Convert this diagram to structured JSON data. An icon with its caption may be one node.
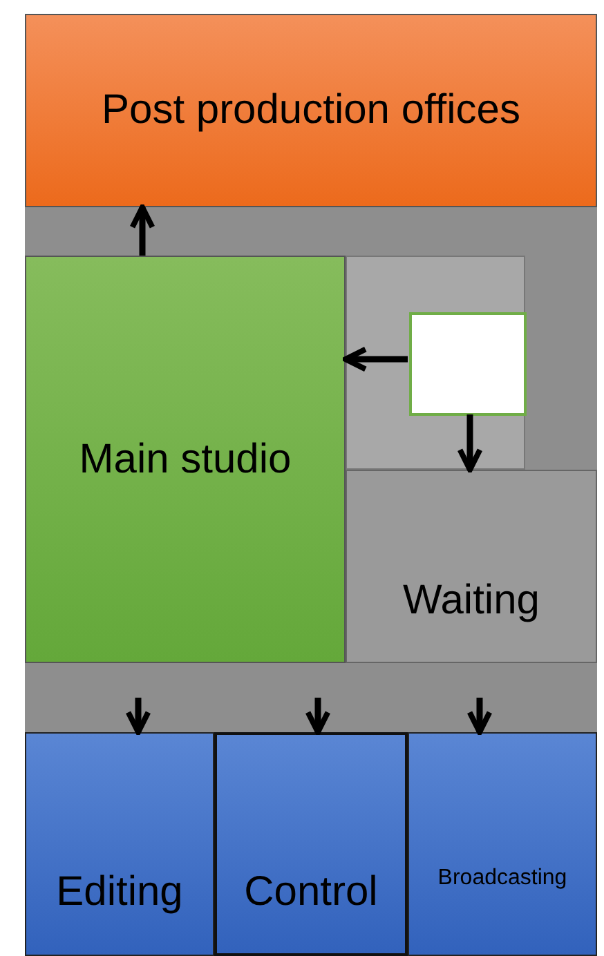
{
  "diagram": {
    "nodes": [
      {
        "text": [],
        "shape": "box"
      },
      {
        "text": [
          "Post production offices"
        ],
        "in": 0
      },
      {
        "text": [
          "Main studio"
        ],
        "in": 0
      },
      {
        "text": [],
        "shape": "box",
        "in": 0
      },
      {
        "text": [],
        "shape": "box",
        "in": 3
      },
      {
        "text": [
          "Waiting"
        ],
        "in": 0
      },
      {
        "text": [
          "Editing"
        ],
        "in": 0
      },
      {
        "text": [
          "Control"
        ],
        "in": 0
      },
      {
        "text": [
          "Broadcasting"
        ],
        "in": 0
      }
    ],
    "edges": [
      {
        "from": 2,
        "to": 1,
        "arrow": "to"
      },
      {
        "from": 4,
        "to": 2,
        "arrow": "to"
      },
      {
        "from": 4,
        "to": 5,
        "arrow": "to"
      },
      {
        "from": null,
        "to": 6,
        "arrow": "to"
      },
      {
        "from": null,
        "to": 7,
        "arrow": "to"
      },
      {
        "from": null,
        "to": 8,
        "arrow": "to"
      }
    ]
  }
}
